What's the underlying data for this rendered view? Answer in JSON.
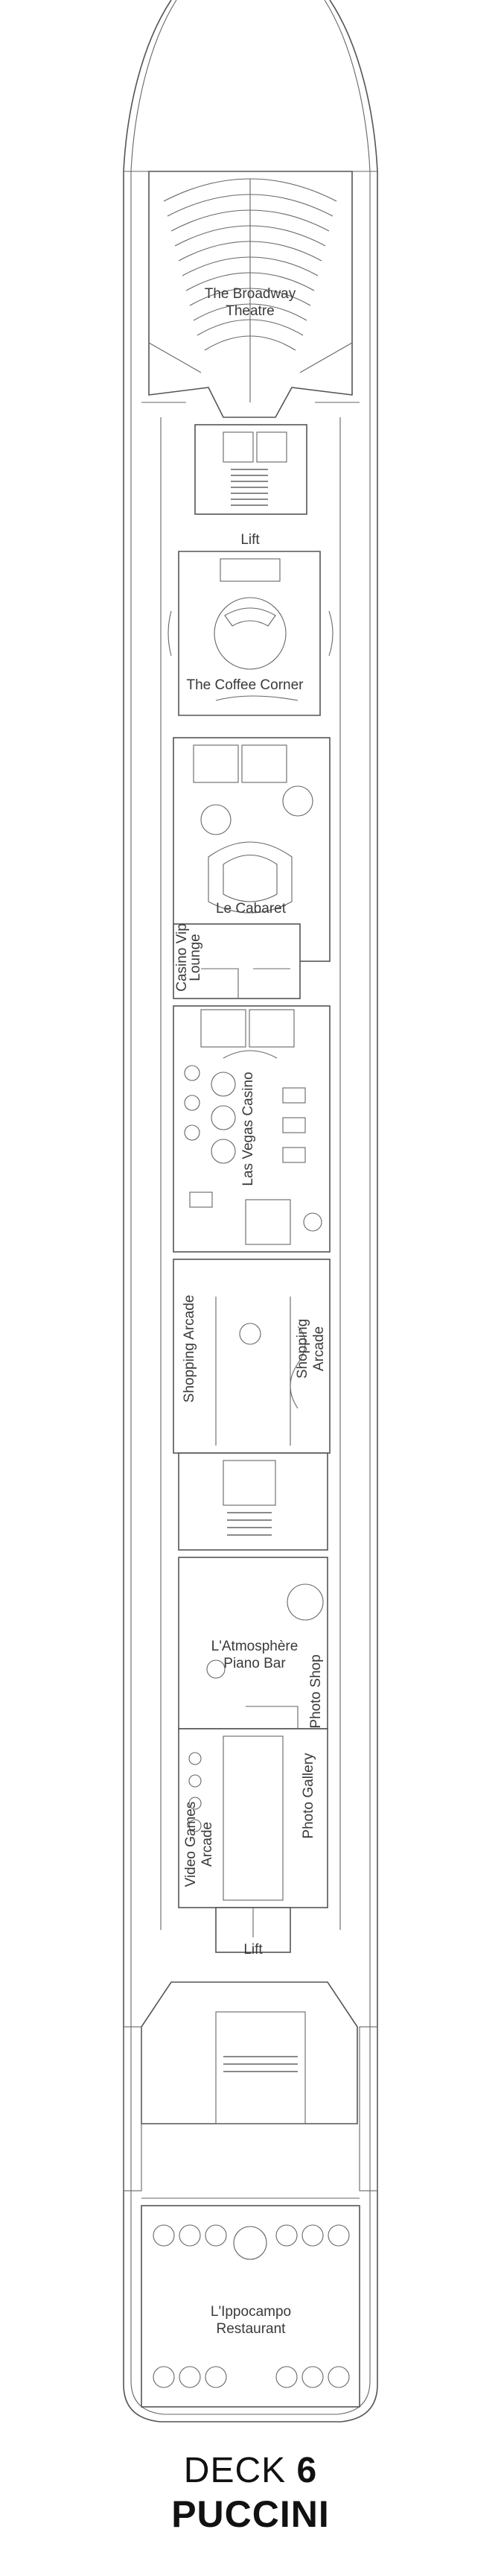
{
  "deck": {
    "label": "DECK",
    "number": "6",
    "name": "PUCCINI"
  },
  "areas": {
    "broadway_theatre_1": "The Broadway",
    "broadway_theatre_2": "Theatre",
    "lift_fwd": "Lift",
    "coffee_corner": "The Coffee Corner",
    "le_cabaret": "Le Cabaret",
    "casino_vip_1": "Casino Vip",
    "casino_vip_2": "Lounge",
    "las_vegas_casino": "Las Vegas Casino",
    "shopping_arcade_left": "Shopping Arcade",
    "shopping_arcade_right_1": "Shopping",
    "shopping_arcade_right_2": "Arcade",
    "atmosphere_1": "L'Atmosphère",
    "atmosphere_2": "Piano Bar",
    "photo_shop": "Photo Shop",
    "photo_gallery": "Photo Gallery",
    "video_games_1": "Video Games",
    "video_games_2": "Arcade",
    "lift_aft": "Lift",
    "ippocampo_1": "L'Ippocampo",
    "ippocampo_2": "Restaurant"
  }
}
